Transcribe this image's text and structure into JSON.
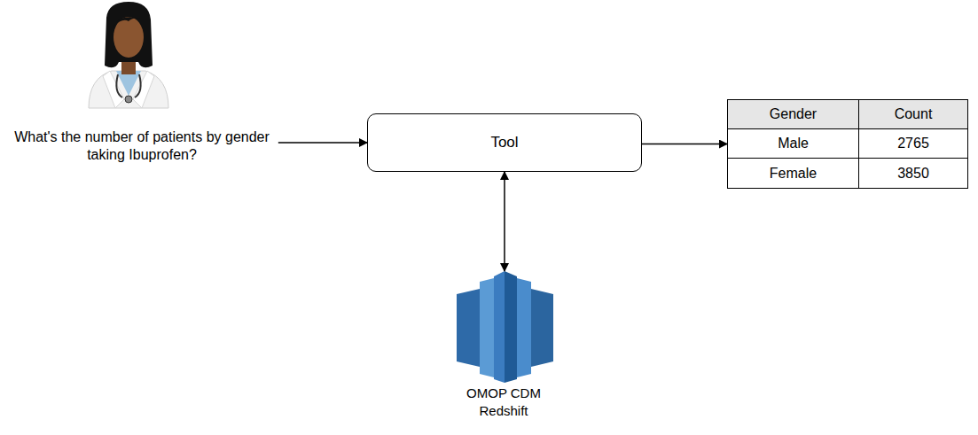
{
  "diagram": {
    "nodes": [
      {
        "text": [
          "What's the number of patients by gender taking Ibuprofen?"
        ]
      },
      {
        "text": [
          "Tool"
        ]
      },
      {
        "text": [
          "Gender",
          "Count",
          "Male",
          "2765",
          "Female",
          "3850"
        ]
      },
      {
        "text": [
          "OMOP CDM Redshift"
        ]
      }
    ],
    "edges": [
      {
        "from": 0,
        "to": 1,
        "arrow": "to"
      },
      {
        "from": 1,
        "to": 2,
        "arrow": "to"
      },
      {
        "from": 1,
        "to": 3,
        "arrow": "both"
      }
    ]
  }
}
